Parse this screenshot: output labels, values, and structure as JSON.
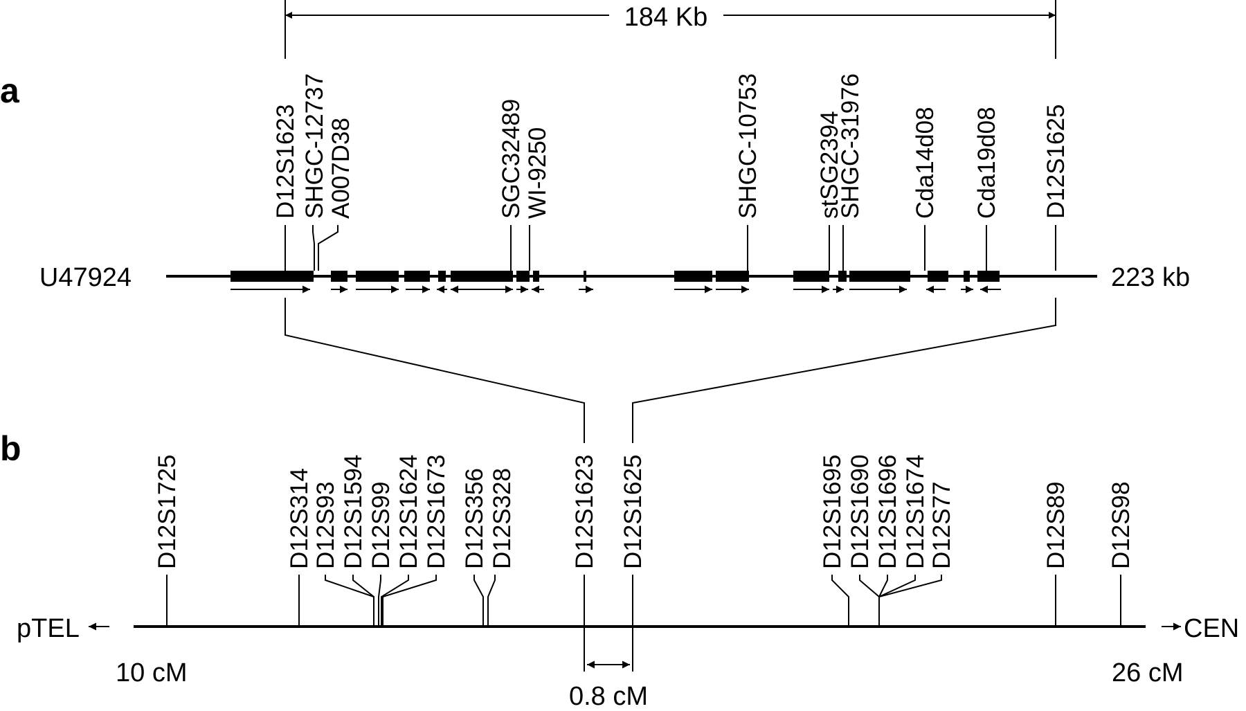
{
  "panels": {
    "a": {
      "label": "a",
      "sequence_name": "U47924",
      "sequence_length": "223 kb",
      "span_label": "184 Kb",
      "markers": [
        "D12S1623",
        "SHGC-12737",
        "A007D38",
        "SGC32489",
        "WI-9250",
        "SHGC-10753",
        "stSG2394",
        "SHGC-31976",
        "Cda14d08",
        "Cda19d08",
        "D12S1625"
      ]
    },
    "b": {
      "label": "b",
      "left_end": "pTEL",
      "right_end": "CEN",
      "left_position": "10 cM",
      "right_position": "26 cM",
      "interval_label": "0.8 cM",
      "markers": [
        "D12S1725",
        "D12S314",
        "D12S93",
        "D12S1594",
        "D12S99",
        "D12S1624",
        "D12S1673",
        "D12S356",
        "D12S328",
        "D12S1623",
        "D12S1625",
        "D12S1695",
        "D12S1690",
        "D12S1696",
        "D12S1674",
        "D12S77",
        "D12S89",
        "D12S98"
      ]
    }
  },
  "colors": {
    "ink": "#000000",
    "background": "#ffffff"
  }
}
